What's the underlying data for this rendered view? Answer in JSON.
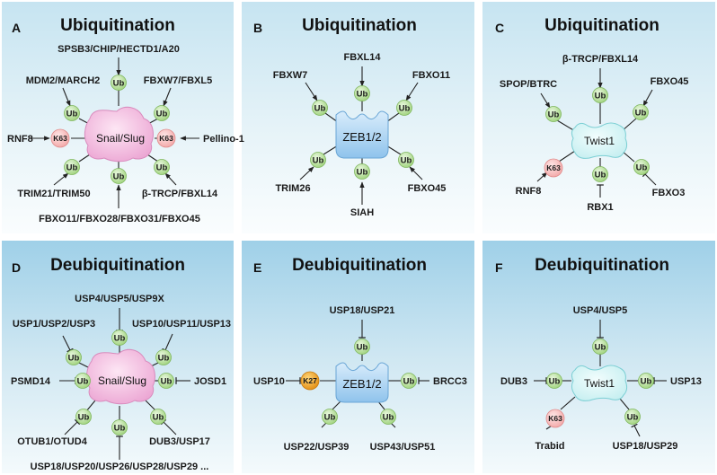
{
  "ub_label": "Ub",
  "k63_label": "K63",
  "k27_label": "K27",
  "panels": {
    "A": {
      "letter": "A",
      "title": "Ubiquitination",
      "protein": "Snail/Slug",
      "labels": {
        "top": "SPSB3/CHIP/HECTD1/A20",
        "tl": "MDM2/MARCH2",
        "tr": "FBXW7/FBXL5",
        "left": "RNF8",
        "right": "Pellino-1",
        "bl": "TRIM21/TRIM50",
        "br": "β-TRCP/FBXL14",
        "bottom": "FBXO11/FBXO28/FBXO31/FBXO45"
      }
    },
    "B": {
      "letter": "B",
      "title": "Ubiquitination",
      "protein": "ZEB1/2",
      "labels": {
        "top": "FBXL14",
        "tl": "FBXW7",
        "tr": "FBXO11",
        "bl": "TRIM26",
        "bottom": "SIAH",
        "br": "FBXO45"
      }
    },
    "C": {
      "letter": "C",
      "title": "Ubiquitination",
      "protein": "Twist1",
      "labels": {
        "top": "β-TRCP/FBXL14",
        "tl": "SPOP/BTRC",
        "tr": "FBXO45",
        "bl": "RNF8",
        "bottom": "RBX1",
        "br": "FBXO3"
      }
    },
    "D": {
      "letter": "D",
      "title": "Deubiquitination",
      "protein": "Snail/Slug",
      "labels": {
        "top": "USP4/USP5/USP9X",
        "tl": "USP1/USP2/USP3",
        "tr": "USP10/USP11/USP13",
        "left": "PSMD14",
        "right": "JOSD1",
        "bl": "OTUB1/OTUD4",
        "br": "DUB3/USP17",
        "bottom": "USP18/USP20/USP26/USP28/USP29 ..."
      }
    },
    "E": {
      "letter": "E",
      "title": "Deubiquitination",
      "protein": "ZEB1/2",
      "labels": {
        "top": "USP18/USP21",
        "left": "USP10",
        "right": "BRCC3",
        "bl": "USP22/USP39",
        "br": "USP43/USP51"
      }
    },
    "F": {
      "letter": "F",
      "title": "Deubiquitination",
      "protein": "Twist1",
      "labels": {
        "top": "USP4/USP5",
        "left": "DUB3",
        "right": "USP13",
        "bl": "Trabid",
        "br": "USP18/USP29"
      }
    }
  }
}
